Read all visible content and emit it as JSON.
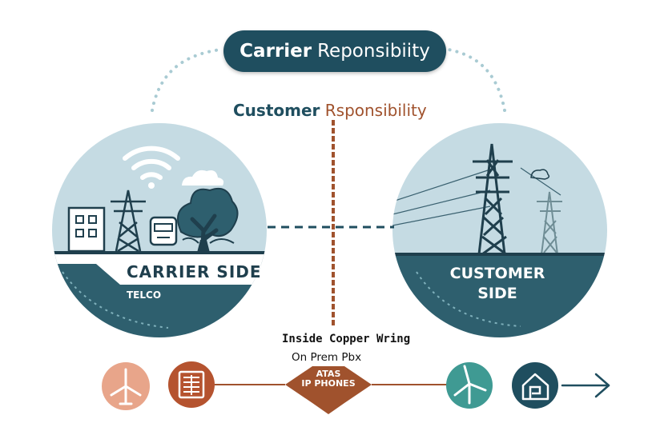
{
  "header": {
    "pill_bold": "Carrier",
    "pill_rest": "Reponsibiity"
  },
  "responsibility": {
    "bold": "Customer",
    "rest": "Rsponsibility"
  },
  "left_panel": {
    "title": "CARRIER  SIDE",
    "subtitle": "TELCO"
  },
  "right_panel": {
    "title_line1": "CUSTOMER",
    "title_line2": "SIDE"
  },
  "wiring": {
    "label": "Inside Copper Wring",
    "sublabel": "On Prem Pbx"
  },
  "diamond": {
    "line1": "ATAS",
    "line2": "IP PHONES"
  },
  "colors": {
    "navy": "#1f4e5f",
    "teal": "#2e5f6e",
    "sky": "#c5dbe3",
    "rust": "#a0522d",
    "salmon": "#e8a58a",
    "mint": "#3f9a93"
  },
  "icons": [
    "wifi-icon",
    "cloud-icon",
    "building-icon",
    "tower-icon",
    "meter-icon",
    "tree-icon",
    "power-tower-icon",
    "wind-turbine-icon",
    "panel-icon",
    "house-icon",
    "arrow-right-icon"
  ]
}
